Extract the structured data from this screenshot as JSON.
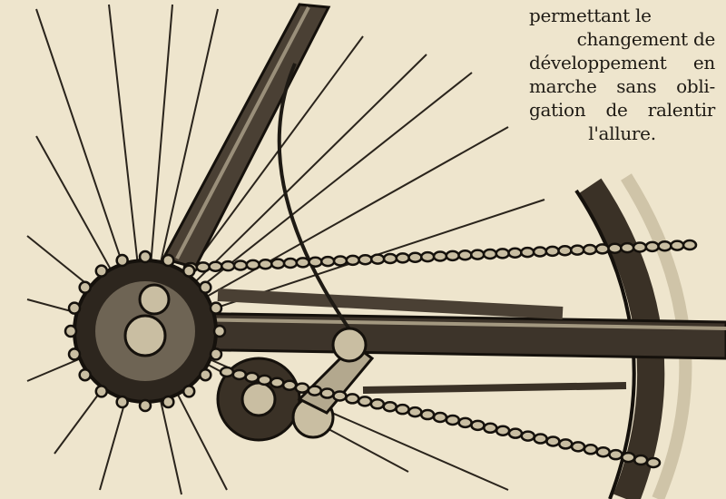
{
  "caption": {
    "lines": [
      "permettant le",
      "changement de",
      "développement en",
      "marche sans obli-",
      "gation de ralentir",
      "l'allure."
    ]
  },
  "colors": {
    "paper": "#eee5cd",
    "ink": "#1e1a14"
  }
}
